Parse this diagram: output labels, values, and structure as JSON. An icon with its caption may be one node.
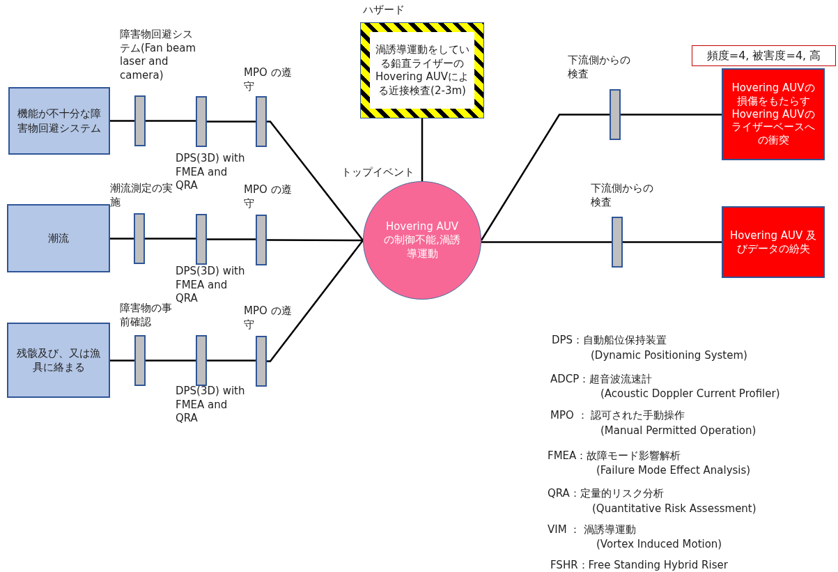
{
  "diagram": {
    "nodes": [
      {
        "text": [
          "機能が不十分な障害物回避システム"
        ]
      },
      {
        "text": [],
        "shape": "bar",
        "beside": [
          "障害物回避システム(Fan beam laser and camera)"
        ]
      },
      {
        "text": [],
        "shape": "bar",
        "beside": [
          "DPS(3D) with FMEA and QRA"
        ]
      },
      {
        "text": [],
        "shape": "bar",
        "beside": [
          "MPO の遵守"
        ]
      },
      {
        "text": [
          "潮流"
        ]
      },
      {
        "text": [],
        "shape": "bar",
        "beside": [
          "潮流測定の実施"
        ]
      },
      {
        "text": [],
        "shape": "bar",
        "beside": [
          "DPS(3D) with FMEA and QRA"
        ]
      },
      {
        "text": [],
        "shape": "bar",
        "beside": [
          "MPO の遵守"
        ]
      },
      {
        "text": [
          "残骸及び、又は漁具に絡まる"
        ]
      },
      {
        "text": [],
        "shape": "bar",
        "beside": [
          "障害物の事前確認"
        ]
      },
      {
        "text": [],
        "shape": "bar",
        "beside": [
          "DPS(3D) with FMEA and QRA"
        ]
      },
      {
        "text": [],
        "shape": "bar",
        "beside": [
          "MPO の遵守"
        ]
      },
      {
        "text": [
          "渦誘導運動をしている鉛直ライザーのHovering AUVによる近接検査(2-3m)"
        ],
        "beside": [
          "ハザード"
        ]
      },
      {
        "text": [
          "Hovering AUVの制御不能,渦誘導運動"
        ],
        "beside": [
          "トップイベント"
        ]
      },
      {
        "text": [],
        "shape": "bar",
        "beside": [
          "下流側からの検査"
        ]
      },
      {
        "text": [
          "頻度=4, 被害度=4, 高"
        ]
      },
      {
        "text": [
          "Hovering AUVの損傷をもたらすHovering AUVのライザーベースへの衝突"
        ]
      },
      {
        "text": [],
        "shape": "bar",
        "beside": [
          "下流側からの検査"
        ]
      },
      {
        "text": [
          "Hovering AUV 及びデータの紛失"
        ]
      }
    ],
    "edges": [
      {
        "from": 0,
        "to": 1,
        "arrow": "none"
      },
      {
        "from": 1,
        "to": 2,
        "arrow": "none"
      },
      {
        "from": 2,
        "to": 3,
        "arrow": "none"
      },
      {
        "from": 3,
        "to": 13,
        "arrow": "none"
      },
      {
        "from": 4,
        "to": 5,
        "arrow": "none"
      },
      {
        "from": 5,
        "to": 6,
        "arrow": "none"
      },
      {
        "from": 6,
        "to": 7,
        "arrow": "none"
      },
      {
        "from": 7,
        "to": 13,
        "arrow": "none"
      },
      {
        "from": 8,
        "to": 9,
        "arrow": "none"
      },
      {
        "from": 9,
        "to": 10,
        "arrow": "none"
      },
      {
        "from": 10,
        "to": 11,
        "arrow": "none"
      },
      {
        "from": 11,
        "to": 13,
        "arrow": "none"
      },
      {
        "from": 12,
        "to": 13,
        "arrow": "none"
      },
      {
        "from": 13,
        "to": 14,
        "arrow": "none"
      },
      {
        "from": 14,
        "to": 16,
        "arrow": "none"
      },
      {
        "from": 13,
        "to": 17,
        "arrow": "none"
      },
      {
        "from": 17,
        "to": 18,
        "arrow": "none"
      }
    ],
    "labels": [
      "DPS：自動船位保持装置",
      "(Dynamic Positioning System)",
      "ADCP：超音波流速計",
      "(Acoustic Doppler Current Profiler)",
      "MPO ： 認可された手動操作",
      "(Manual Permitted Operation)",
      "FMEA：故障モード影響解析",
      "(Failure Mode Effect Analysis)",
      "QRA：定量的リスク分析",
      "(Quantitative Risk Assessment)",
      "VIM ： 渦誘導運動",
      "(Vortex Induced Motion)",
      "FSHR：Free Standing Hybrid Riser"
    ]
  }
}
